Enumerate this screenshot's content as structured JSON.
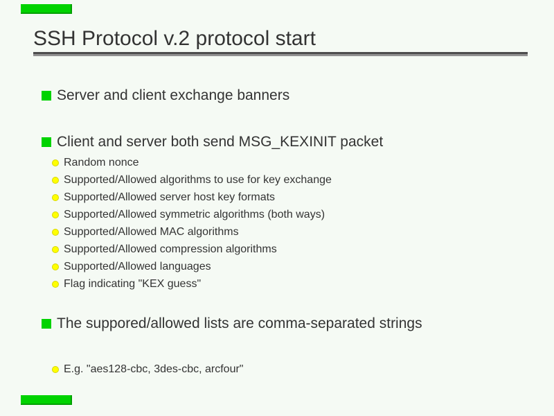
{
  "slide": {
    "title": "SSH Protocol v.2 protocol start",
    "colors": {
      "background": "#f5faf4",
      "text": "#333333",
      "accent_green": "#00d300",
      "accent_yellow": "#ffff00",
      "rule_dark": "#4d4d4d",
      "rule_light": "#919191"
    },
    "bullet_icons": {
      "main": "green-square",
      "sub": "yellow-dot"
    },
    "bullets": [
      {
        "label": "Server and client exchange banners",
        "sub": []
      },
      {
        "label": "Client and server both send MSG_KEXINIT packet",
        "sub": [
          "Random nonce",
          "Supported/Allowed algorithms to use for key exchange",
          "Supported/Allowed server host key formats",
          "Supported/Allowed symmetric algorithms (both ways)",
          "Supported/Allowed MAC algorithms",
          "Supported/Allowed compression algorithms",
          "Supported/Allowed languages",
          "Flag indicating \"KEX guess\""
        ]
      },
      {
        "label": "The suppored/allowed lists are comma-separated strings",
        "sub": [
          "E.g. \"aes128-cbc, 3des-cbc, arcfour\""
        ]
      }
    ]
  }
}
